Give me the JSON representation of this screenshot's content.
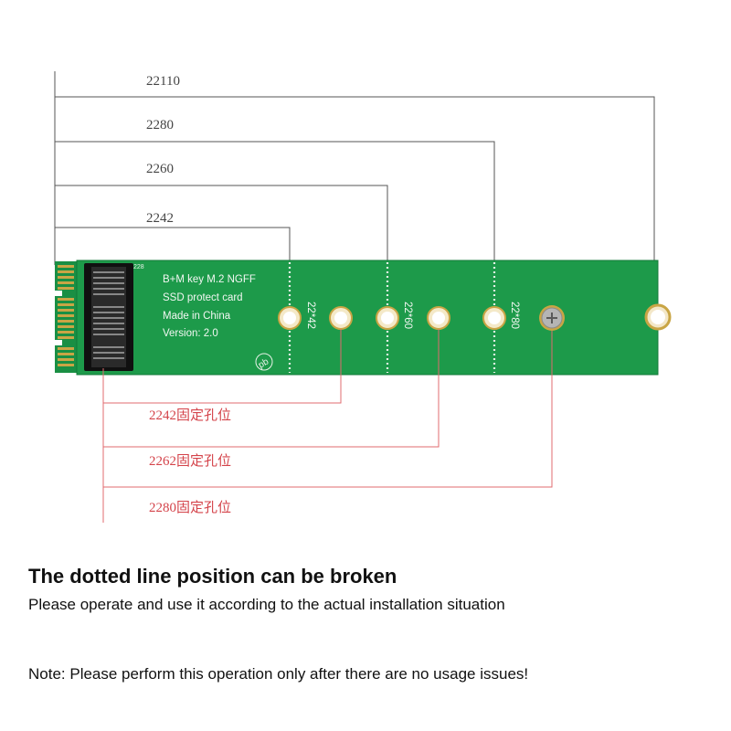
{
  "top_dimensions": [
    {
      "label": "22110"
    },
    {
      "label": "2280"
    },
    {
      "label": "2260"
    },
    {
      "label": "2242"
    }
  ],
  "board": {
    "connector_pin_label": "228",
    "silkscreen": [
      "B+M key M.2 NGFF",
      "SSD protect card",
      "Made in China",
      "Version: 2.0"
    ],
    "logo_text": "pb",
    "hole_labels": [
      "22*42",
      "22*60",
      "22*80"
    ]
  },
  "bottom_dimensions": [
    {
      "label": "2242固定孔位"
    },
    {
      "label": "2262固定孔位"
    },
    {
      "label": "2280固定孔位"
    }
  ],
  "colors": {
    "pcb": "#1d9a4a",
    "pcb_edge": "#137a38",
    "gold": "#c9a545",
    "red_line": "#e06b6f",
    "gray_line": "#555555"
  },
  "caption": {
    "title": "The dotted line position can be broken",
    "subtitle": "Please operate and use it according to the actual installation situation",
    "note": "Note: Please perform this operation only after there are no usage issues!"
  }
}
